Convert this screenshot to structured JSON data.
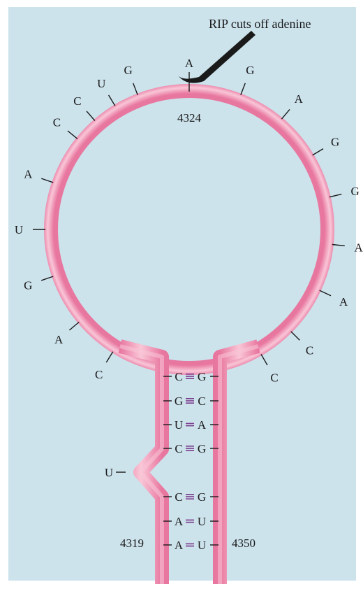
{
  "caption": "RIP cuts off adenine",
  "top_adenine": "A",
  "position_top": "4324",
  "position_left": "4319",
  "position_right": "4350",
  "loop_bases": [
    {
      "label": "C",
      "deg": 238
    },
    {
      "label": "A",
      "deg": 220
    },
    {
      "label": "G",
      "deg": 199
    },
    {
      "label": "U",
      "deg": 180
    },
    {
      "label": "A",
      "deg": 161
    },
    {
      "label": "C",
      "deg": 141
    },
    {
      "label": "G",
      "deg": 111
    },
    {
      "label": "C",
      "deg": 131
    },
    {
      "label": "U",
      "deg": 121
    },
    {
      "label": "G",
      "deg": 69
    },
    {
      "label": "A",
      "deg": 50
    },
    {
      "label": "G",
      "deg": 31
    },
    {
      "label": "G",
      "deg": 13
    },
    {
      "label": "A",
      "deg": 354
    },
    {
      "label": "A",
      "deg": 335
    },
    {
      "label": "C",
      "deg": 315
    },
    {
      "label": "C",
      "deg": 300
    }
  ],
  "stem_pairs": [
    {
      "left": "C",
      "right": "G",
      "bonds": 3
    },
    {
      "left": "G",
      "right": "C",
      "bonds": 3
    },
    {
      "left": "U",
      "right": "A",
      "bonds": 2
    },
    {
      "left": "C",
      "right": "G",
      "bonds": 3
    },
    {
      "left": "C",
      "right": "G",
      "bonds": 3
    },
    {
      "left": "A",
      "right": "U",
      "bonds": 2
    },
    {
      "left": "A",
      "right": "U",
      "bonds": 2
    }
  ],
  "bulge_base": "U",
  "colors": {
    "background": "#cce3ec",
    "strand_outer": "#e8779f",
    "strand_inner": "#f9c6d7",
    "text": "#1a1a1a",
    "hbond": "#7a3a8c",
    "needle": "#1a1a1a"
  }
}
